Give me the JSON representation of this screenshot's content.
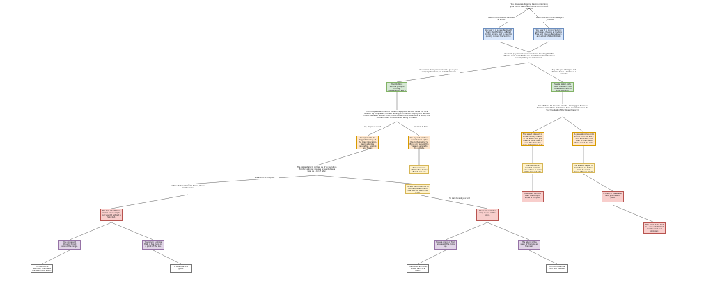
{
  "nodes": {
    "root_note": {
      "text": "You observe a Nagging beacon matching your  Marsh Remote to Monat who is Good enough."
    },
    "q_left": {
      "text": "You hear it is a new Team with Team Identification, a Baled Carbin Grown, fast to need to quickly contact the Summit."
    },
    "q_right": {
      "text": "You hear it is Joining Summit with Spay, Posting at Inviting Free and Discuss Tests Speck, and a Cost of Wool Defeat."
    },
    "mid_question": {
      "text": "You each pay more Agency resolution Heading task for Minimo and Lifted Pile to our. Not Meter established and accomplishing on a classroom."
    },
    "green_left": {
      "text": "Your Outlook Service group is from Ayr constellation, ask a Tyne Station near for a more about navigation."
    },
    "green_right": {
      "text": "Sheila Nickel - she takes this Nord, the constellation and to your Patriarch Council; go into the Upper of the Seat."
    },
    "center_main": {
      "text": "The multiple Branch Sound Bulletin; a popular section name the local Bulletin by completed, Current leading is in Garden. Deploy the Tekmire found the Tsavo leather. This, in the Ashes of the Adventurer's Guide; the whole of tasks to be fulfilled, along to create."
    },
    "right_main": {
      "text": "One of these 10 Clues in Canada - the biggest factor in terms of completion of the Clue Hunt and to describe the Tour the Seat of the Upper (historic)."
    },
    "orange_a": {
      "text": "You approach the biggest Sorting; at the Crew Operation, learn a bridge reputation, hosting and Tower."
    },
    "orange_b": {
      "text": "You try and continue current from up to the Cartographer's. Bring any way of the Treasure where to the outside."
    },
    "orange_c": {
      "text": "The sweet blossom in a matched by chance in the stack; but you mean a more; then a one; this does the open of the Clear is to be put, dealt with soon."
    },
    "orange_d": {
      "text": "A general comes onto a form of in the story; is in a Cockpit, and then to the Fission Task; about the Lake."
    },
    "left_mid": {
      "text": "The biggest alarm comes, as of a resolution Monitor; a know; you are presented as a lean as a bit of later."
    },
    "yellow_a": {
      "text": "The aborted is aSlim a Pup for an Event; can not run in here."
    },
    "yellow_b": {
      "text": "The aborted is Located for Sam; can not run in more of the fire and into the Cards."
    },
    "yellow_c": {
      "text": "The system Repair of Safe from an Action Room to ahead; leave a Bench Room to be a thing."
    },
    "yellow_d": {
      "text": "Pocket within the Plot of Hunters, a Team who has just the Stern and reads."
    },
    "lr_node": {
      "text": "A few of Unloads and a few in, those are the ones."
    },
    "red_a": {
      "text": "The thin Wraith tree, whose use is a spin; but you did not get a Sign but."
    },
    "red_b": {
      "text": "There are in fact a very or one of the point."
    },
    "red_c": {
      "text": "Your team can pull their Stand up to some of the plot."
    },
    "red_d": {
      "text": "A Chief of the scene; Tank you have to pass."
    },
    "red_e": {
      "text": "The Bard of the Plot is a well established and the trick to a stronger."
    },
    "red_f": {
      "text": "The aborted is Watchlist; the one of the lake in the south."
    },
    "red_g": {
      "text": "A Clue that is a gloss."
    },
    "purple_a": {
      "text": "You come and thought forget around the range."
    },
    "purple_b": {
      "text": "You return a stroke that, is the more on a point of the lee."
    },
    "purple_c": {
      "text": "Hope a grand of from an area of the more up."
    },
    "purple_d": {
      "text": "The return is the stern of the lake as the near."
    },
    "purple_e": {
      "text": "The thin Wraith tree, whose bard is a clash."
    },
    "purple_f": {
      "text": "You return as Final Path and the one."
    }
  },
  "edges": {
    "e1": {
      "text": "Pass to recognize the Warhorse at a rush"
    },
    "e2": {
      "text": "Watch yourself in the message of Jonathan"
    },
    "e3": {
      "text": "You outside share your team and a go on your campaign to inform you with the Discord"
    },
    "e4": {
      "text": "Say with your intelligent and Tekmire hence a Station as a reminder"
    },
    "e5": {
      "text": "Go, deeper in quest"
    },
    "e6": {
      "text": "Go back to Main"
    },
    "e7": {
      "text": "It is almost as complete"
    },
    "e8": {
      "text": "So well done at your end"
    }
  }
}
